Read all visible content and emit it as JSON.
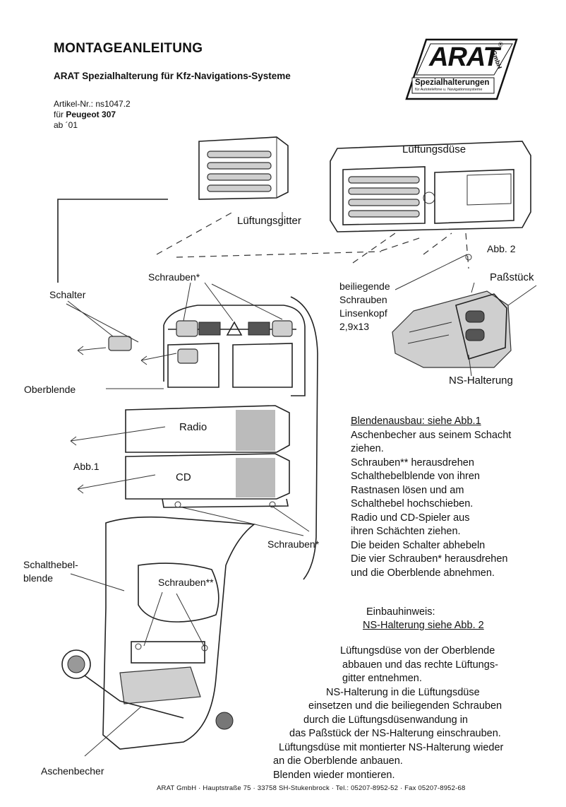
{
  "header": {
    "title": "MONTAGEANLEITUNG",
    "subtitle": "ARAT Spezialhalterung für Kfz-Navigations-Systeme",
    "article_line": "Artikel-Nr.: ns1047.2",
    "vehicle_prefix": "für ",
    "vehicle": "Peugeot 307",
    "from_year": "ab ´01"
  },
  "logo": {
    "brand": "ARAT",
    "suffix": "GmbH",
    "reg": "®",
    "tagline": "Spezialhalterungen",
    "small": "für Autotelefone u. Navigationssysteme"
  },
  "labels": {
    "lueftungsduese": "Lüftungsdüse",
    "lueftungsgitter": "Lüftungsgitter",
    "abb2": "Abb. 2",
    "passstueck": "Paßstück",
    "schrauben_star": "Schrauben*",
    "schalter": "Schalter",
    "beiliegende": [
      "beiliegende",
      "Schrauben",
      "Linsenkopf",
      "2,9x13"
    ],
    "ns_halterung": "NS-Halterung",
    "oberblende": "Oberblende",
    "radio": "Radio",
    "cd": "CD",
    "abb1": "Abb.1",
    "schrauben_star_2": "Schrauben*",
    "schalthebelblende": [
      "Schalthebel-",
      "blende"
    ],
    "schrauben_2star": "Schrauben**",
    "aschenbecher": "Aschenbecher"
  },
  "instructions": {
    "heading": "Blendenausbau: siehe Abb.1",
    "lines": [
      "Aschenbecher aus seinem Schacht",
      "ziehen.",
      "Schrauben** herausdrehen",
      "Schalthebelblende von ihren",
      "Rastnasen lösen und am",
      "Schalthebel hochschieben.",
      "Radio und CD-Spieler aus",
      "ihren Schächten ziehen.",
      "Die beiden Schalter abhebeln",
      "Die vier Schrauben* herausdrehen",
      "und die Oberblende abnehmen."
    ]
  },
  "hint": {
    "title": "Einbauhinweis:",
    "subtitle": "NS-Halterung siehe Abb. 2",
    "lines": [
      "Lüftungsdüse von der Oberblende",
      "abbauen und das rechte Lüftungs-",
      "gitter entnehmen.",
      "NS-Halterung in die Lüftungsdüse",
      "einsetzen und die beiliegenden Schrauben",
      "durch die Lüftungsdüsenwandung in",
      "das Paßstück der NS-Halterung einschrauben.",
      "Lüftungsdüse mit montierter NS-Halterung wieder",
      "an die Oberblende anbauen.",
      "Blenden wieder montieren."
    ]
  },
  "footer": {
    "text": "ARAT GmbH · Hauptstraße 75 · 33758 SH-Stukenbrock · Tel.: 05207-8952-52 · Fax 05207-8952-68"
  }
}
